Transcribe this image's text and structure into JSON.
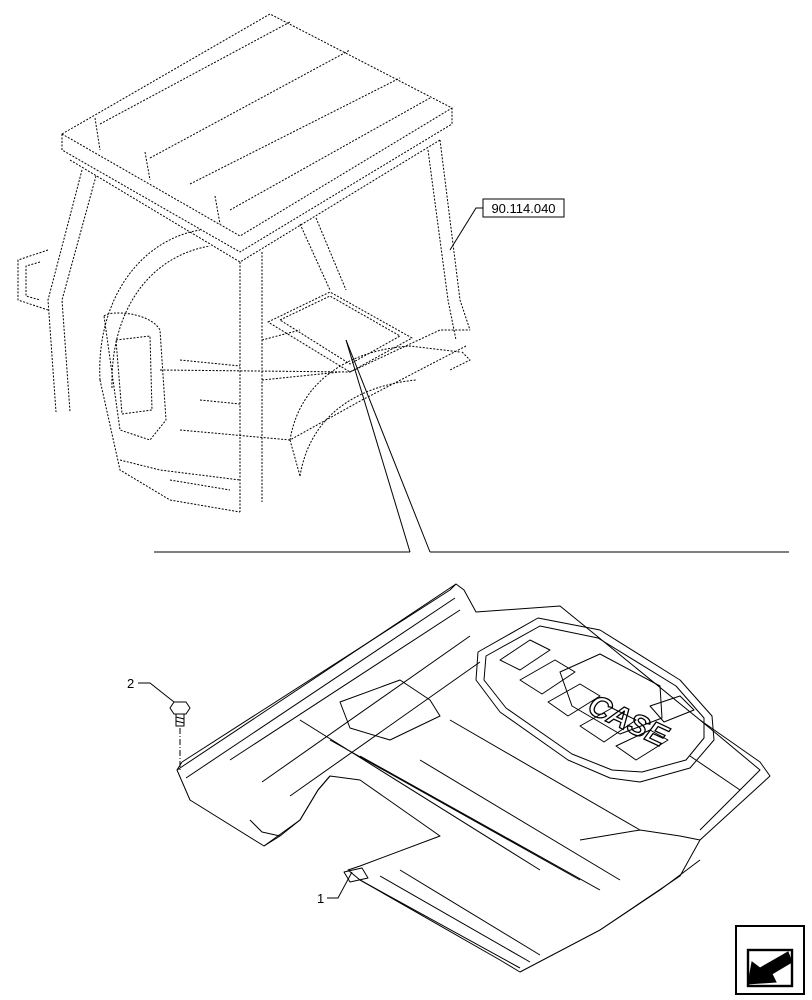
{
  "reference_label": "90.114.040",
  "callouts": [
    {
      "id": "1",
      "text": "1"
    },
    {
      "id": "2",
      "text": "2"
    }
  ],
  "brand_mark": "CASE",
  "icons": {
    "navigation": "previous-page-arrow-icon"
  }
}
